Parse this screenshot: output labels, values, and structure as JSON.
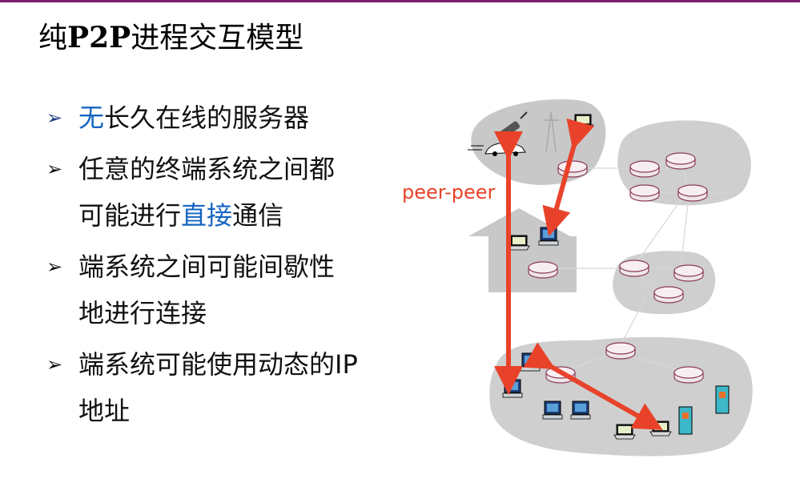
{
  "slide": {
    "title_prefix": "纯",
    "title_bold": "P2P",
    "title_suffix": "进程交互模型",
    "bullets": [
      {
        "marker": "➢",
        "highlight": "无",
        "rest": "长久在线的服务器"
      },
      {
        "marker": "➢",
        "line1": "任意的终端系统之间都",
        "line2_pre": "可能进行",
        "line2_highlight": "直接",
        "line2_post": "通信"
      },
      {
        "marker": "➢",
        "line1": "端系统之间可能间歇性",
        "line2": "地进行连接"
      },
      {
        "marker": "➢",
        "line1": "端系统可能使用动态的IP",
        "line2": "地址"
      }
    ],
    "diagram_label": "peer-peer",
    "colors": {
      "accent_bar": "#7a1f6e",
      "highlight_text": "#1565c0",
      "arrow": "#e8432a",
      "cloud": "#c8c8c8"
    }
  }
}
